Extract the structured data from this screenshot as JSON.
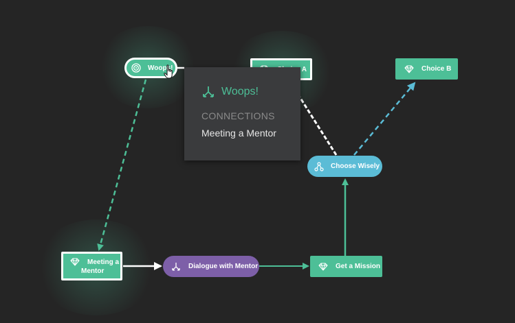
{
  "colors": {
    "background": "#252525",
    "node_green": "#4dbf97",
    "node_blue": "#5bbcd6",
    "node_purple": "#7d5fa8",
    "popup_bg": "#3a3b3d",
    "popup_accent": "#4dbf97"
  },
  "nodes": {
    "woops": {
      "label": "Woops!",
      "icon": "target-icon"
    },
    "choice_a": {
      "label": "Choice A",
      "icon": "gem-icon"
    },
    "choice_b": {
      "label": "Choice B",
      "icon": "gem-icon"
    },
    "choose_wisely": {
      "label": "Choose Wisely",
      "icon": "branch-icon"
    },
    "meeting_mentor": {
      "label_line1": "Meeting a",
      "label_line2": "Mentor",
      "icon": "gem-icon"
    },
    "dialogue": {
      "label": "Dialogue with Mentor",
      "icon": "merge-icon"
    },
    "get_mission": {
      "label": "Get a Mission",
      "icon": "gem-icon"
    }
  },
  "popup": {
    "title": "Woops!",
    "title_icon": "merge-icon",
    "section_label": "CONNECTIONS",
    "connections": [
      "Meeting a Mentor"
    ]
  },
  "edges": [
    {
      "from": "Woops!",
      "to": "Meeting a Mentor",
      "style": "dashed"
    },
    {
      "from": "Meeting a Mentor",
      "to": "Dialogue with Mentor",
      "style": "solid"
    },
    {
      "from": "Dialogue with Mentor",
      "to": "Get a Mission",
      "style": "solid"
    },
    {
      "from": "Get a Mission",
      "to": "Choose Wisely",
      "style": "solid"
    },
    {
      "from": "Choose Wisely",
      "to": "Choice A",
      "style": "dashed"
    },
    {
      "from": "Choose Wisely",
      "to": "Choice B",
      "style": "dashed"
    },
    {
      "from": "Woops!",
      "to": "Choice A",
      "style": "solid"
    }
  ]
}
